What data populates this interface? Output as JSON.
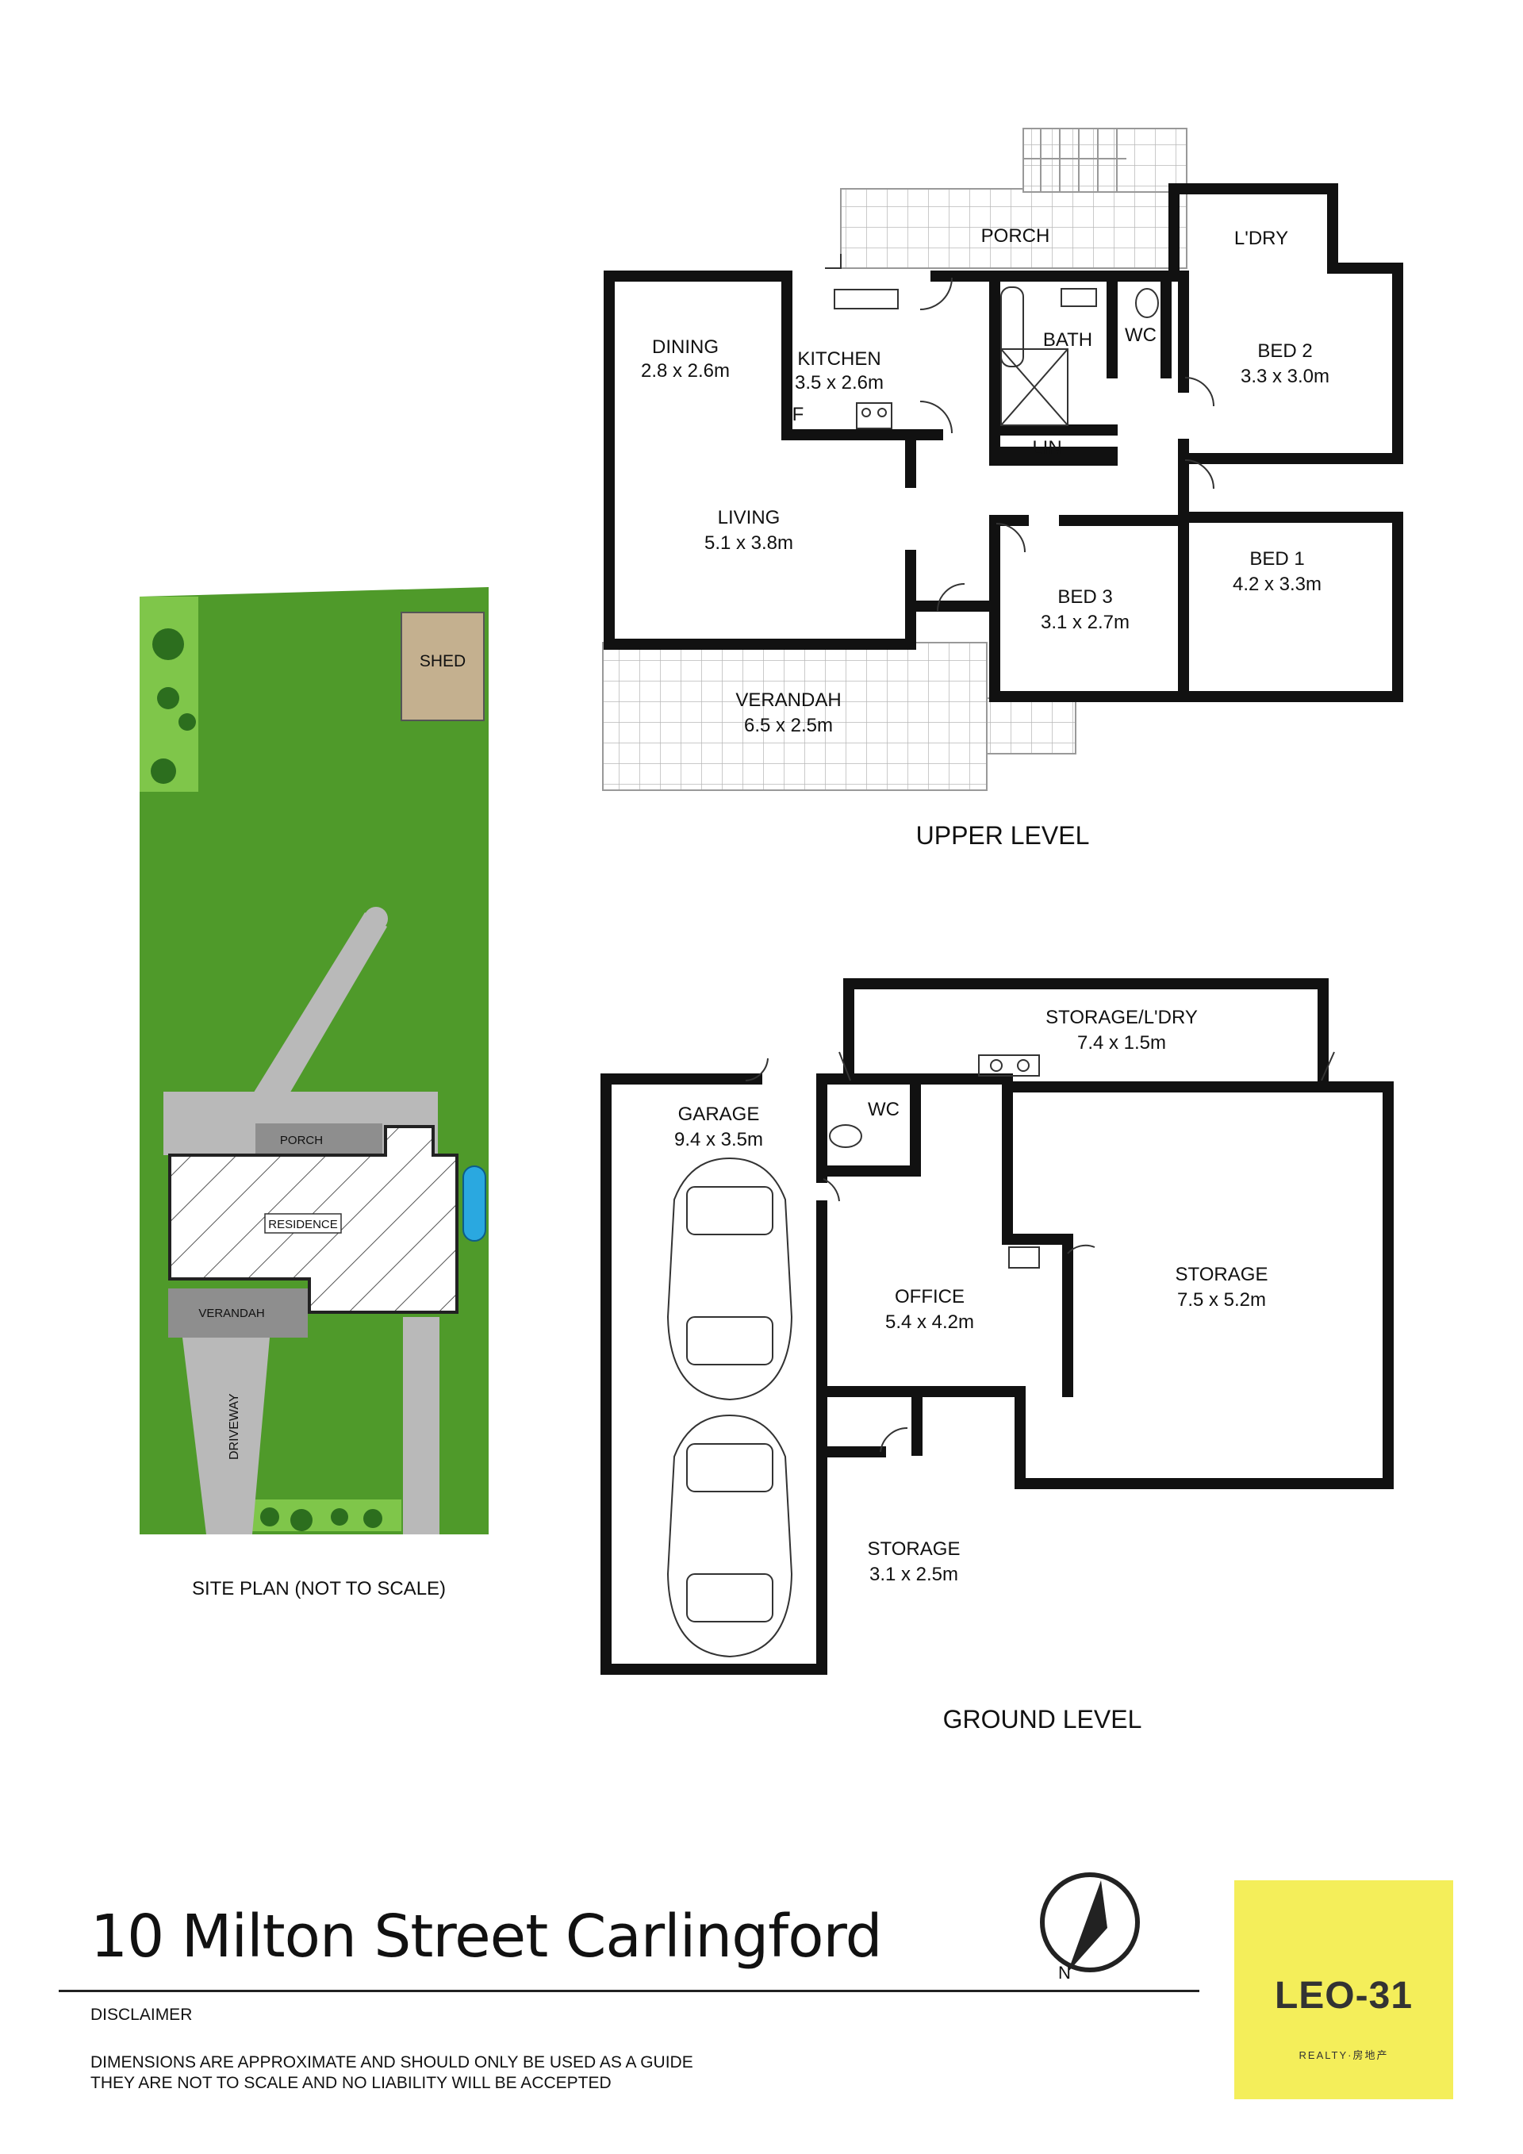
{
  "upper_level": {
    "heading": "UPPER LEVEL",
    "rooms": {
      "porch": "PORCH",
      "laundry": "L'DRY",
      "dining": "DINING",
      "dining_size": "2.8 x 2.6m",
      "kitchen": "KITCHEN",
      "kitchen_size": "3.5 x 2.6m",
      "fridge": "F",
      "bath": "BATH",
      "wc": "WC",
      "bed2": "BED 2",
      "bed2_size": "3.3 x 3.0m",
      "lin": "LIN",
      "living": "LIVING",
      "living_size": "5.1 x 3.8m",
      "bed1": "BED 1",
      "bed1_size": "4.2 x 3.3m",
      "bed3": "BED 3",
      "bed3_size": "3.1 x 2.7m",
      "verandah": "VERANDAH",
      "verandah_size": "6.5 x 2.5m"
    }
  },
  "ground_level": {
    "heading": "GROUND LEVEL",
    "rooms": {
      "storage_laundry": "STORAGE/L'DRY",
      "storage_laundry_size": "7.4 x 1.5m",
      "garage": "GARAGE",
      "garage_size": "9.4 x 3.5m",
      "wc": "WC",
      "office": "OFFICE",
      "office_size": "5.4 x 4.2m",
      "storage_large": "STORAGE",
      "storage_large_size": "7.5 x 5.2m",
      "storage_small": "STORAGE",
      "storage_small_size": "3.1 x 2.5m"
    }
  },
  "site_plan": {
    "heading": "SITE PLAN (NOT TO SCALE)",
    "shed": "SHED",
    "porch": "PORCH",
    "residence": "RESIDENCE",
    "verandah": "VERANDAH",
    "driveway": "DRIVEWAY"
  },
  "footer": {
    "address": "10 Milton Street Carlingford",
    "disclaimer_heading": "DISCLAIMER",
    "disclaimer_line1": "DIMENSIONS ARE APPROXIMATE AND SHOULD ONLY BE USED AS A GUIDE",
    "disclaimer_line2": "THEY ARE NOT TO SCALE AND NO LIABILITY WILL BE ACCEPTED",
    "compass_letter": "N",
    "logo_text": "LEO-31",
    "logo_subtext": "REALTY·房地产"
  },
  "colors": {
    "lawn": "#4f9a2a",
    "path": "#b9b9b9",
    "shed": "#c4b08f",
    "pool": "#2aa8e0",
    "logo": "#f4ee5a"
  }
}
